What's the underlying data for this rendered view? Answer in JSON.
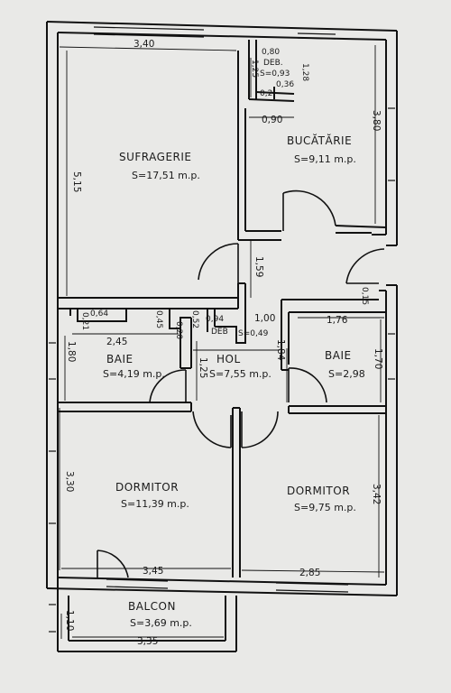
{
  "plan": {
    "rooms": [
      {
        "id": "sufragerie",
        "name": "SUFRAGERIE",
        "area": "S=17,51 m.p."
      },
      {
        "id": "bucatarie",
        "name": "BUCĂTĂRIE",
        "area": "S=9,11 m.p."
      },
      {
        "id": "baie1",
        "name": "BAIE",
        "area": "S=4,19 m.p."
      },
      {
        "id": "hol",
        "name": "HOL",
        "area": "S=7,55 m.p."
      },
      {
        "id": "baie2",
        "name": "BAIE",
        "area": "S=2,98"
      },
      {
        "id": "dormitor1",
        "name": "DORMITOR",
        "area": "S=11,39 m.p."
      },
      {
        "id": "dormitor2",
        "name": "DORMITOR",
        "area": "S=9,75 m.p."
      },
      {
        "id": "balcon",
        "name": "BALCON",
        "area": "S=3,69 m.p."
      },
      {
        "id": "deb1",
        "name": "DEB.",
        "area": "S=0,93"
      },
      {
        "id": "deb2",
        "name": "DEB",
        "area": "S=0,49"
      }
    ],
    "dimensions": {
      "sufragerie_width": "3,40",
      "sufragerie_height": "5,15",
      "deb1_width": "0,80",
      "deb1_left": "1,25",
      "deb1_right": "1,28",
      "deb1_inner": "0,36",
      "deb1_bottom": "0,2",
      "bucatarie_top": "0,90",
      "bucatarie_height": "3,80",
      "hol_upper": "1,59",
      "wall_step": "0,15",
      "baie1_wall_left": "0,21",
      "baie1_top": "0,64",
      "baie1_notch": "0,45",
      "baie1_notch2": "0,20",
      "deb2_w": "0,94",
      "deb2_h": "0,52",
      "hol_width": "1,00",
      "baie1_height": "1,80",
      "baie1_width": "2,45",
      "hol_left": "1,25",
      "hol_right": "1,84",
      "baie2_width": "1,76",
      "baie2_height": "1,70",
      "dormitor1_height": "3,30",
      "dormitor1_width": "3,45",
      "dormitor2_width": "2,85",
      "dormitor2_height": "3,42",
      "balcon_height": "1,10",
      "balcon_width": "3,35"
    }
  }
}
